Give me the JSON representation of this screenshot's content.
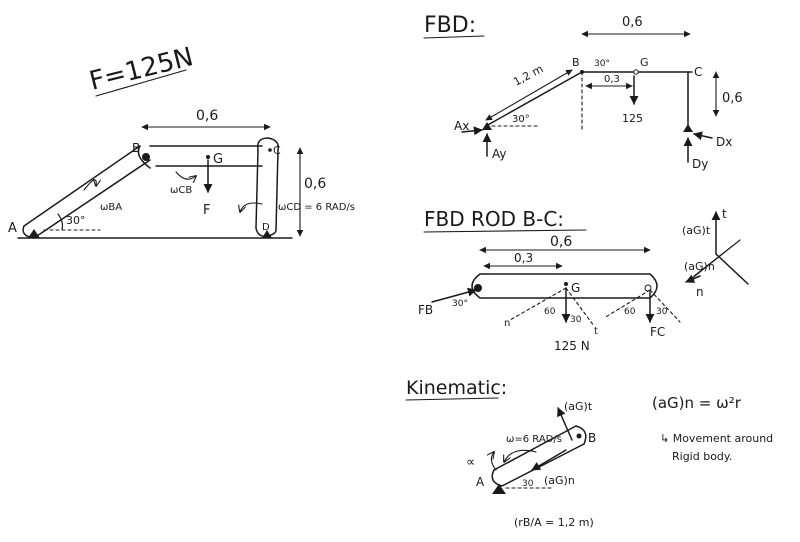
{
  "mechanism": {
    "force_title": "F=125N",
    "dim_length": "0,6",
    "dim_height": "0,6",
    "label_A": "A",
    "label_B": "B",
    "label_C": "C",
    "label_D": "D",
    "label_G": "G",
    "label_F": "F",
    "angle": "30°",
    "omega_BA": "ωBA",
    "omega_CB": "ωCB",
    "omega_CD": "ωCD = 6 RAD/s"
  },
  "fbd": {
    "title": "FBD:",
    "dim_top": "0,6",
    "dim_ab": "1,2 m",
    "dim_bg": "0,3",
    "dim_cd": "0,6",
    "angle_b": "30°",
    "angle_a": "30°",
    "load": "125",
    "label_Ax": "Ax",
    "label_Ay": "Ay",
    "label_B": "B",
    "label_G": "G",
    "label_C": "C",
    "label_Dx": "Dx",
    "label_Dy": "Dy"
  },
  "fbd_rod": {
    "title": "FBD ROD B-C:",
    "dim_total": "0,6",
    "dim_half": "0,3",
    "label_G": "G",
    "label_FB": "FB",
    "label_FC": "FC",
    "angle_b": "30°",
    "load": "125 N",
    "angle_60a": "60",
    "angle_30a": "30",
    "angle_60b": "60",
    "angle_30b": "30",
    "label_n": "n",
    "label_t": "t",
    "axis_t": "t",
    "axis_n": "n",
    "accel_t": "(aG)t",
    "accel_n": "(aG)n"
  },
  "kinematic": {
    "title": "Kinematic:",
    "omega": "ω=6 RAD/s",
    "alpha": "∝",
    "label_A": "A",
    "label_B": "B",
    "angle": "30",
    "accel_t": "(aG)t",
    "accel_n": "(aG)n",
    "radius": "(rB/A = 1,2 m)",
    "formula": "(aG)n = ω²r",
    "note_line1": "↳ Movement around",
    "note_line2": "Rigid body."
  }
}
